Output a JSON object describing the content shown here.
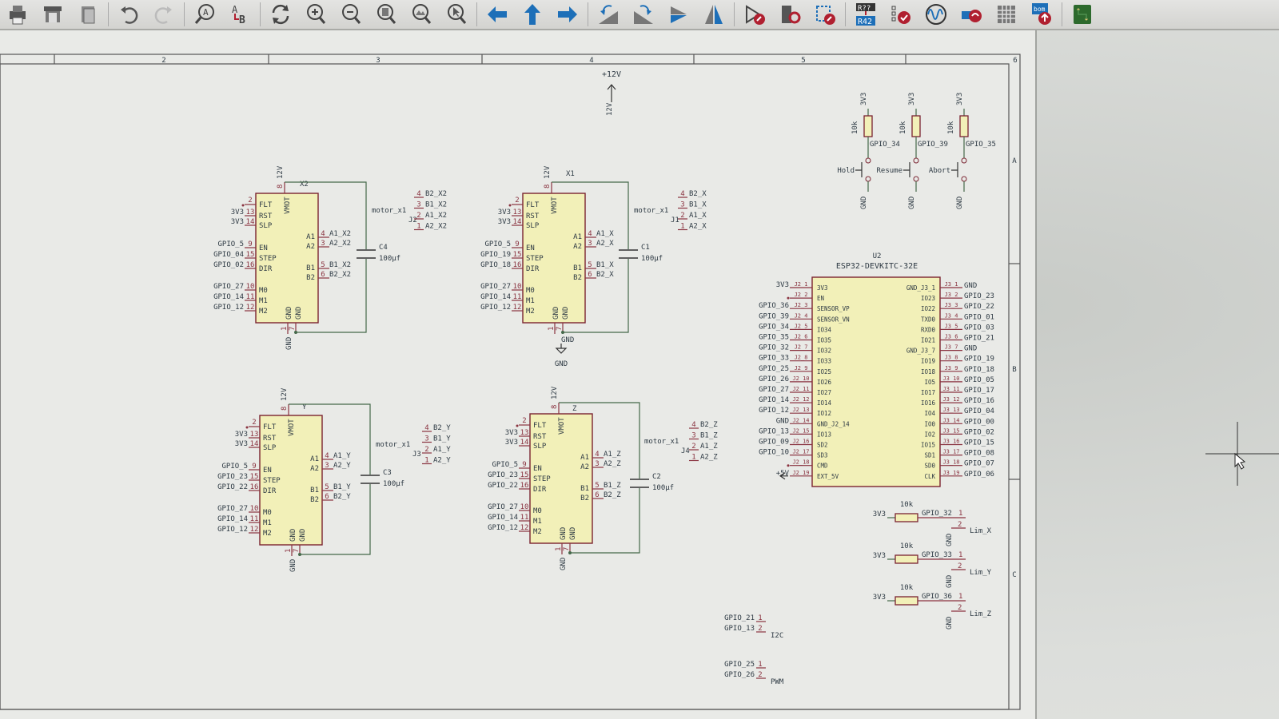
{
  "toolbar": {
    "items": [
      {
        "name": "print-icon"
      },
      {
        "name": "plot-icon"
      },
      {
        "name": "paste-icon"
      },
      {
        "name": "undo-icon"
      },
      {
        "name": "redo-icon"
      },
      {
        "name": "find-icon"
      },
      {
        "name": "find-replace-icon"
      },
      {
        "name": "refresh-icon"
      },
      {
        "name": "zoom-in-icon"
      },
      {
        "name": "zoom-out-icon"
      },
      {
        "name": "zoom-fit-page-icon"
      },
      {
        "name": "zoom-fit-objects-icon"
      },
      {
        "name": "zoom-selection-icon"
      },
      {
        "name": "navigate-back-icon"
      },
      {
        "name": "navigate-up-icon"
      },
      {
        "name": "navigate-forward-icon"
      },
      {
        "name": "rotate-ccw-icon"
      },
      {
        "name": "rotate-cw-icon"
      },
      {
        "name": "mirror-h-icon"
      },
      {
        "name": "mirror-v-icon"
      },
      {
        "name": "symbol-editor-icon"
      },
      {
        "name": "symbol-browser-icon"
      },
      {
        "name": "footprint-assign-icon"
      },
      {
        "name": "annotate-icon",
        "labels": [
          "R??",
          "R42"
        ]
      },
      {
        "name": "erc-icon"
      },
      {
        "name": "simulator-icon"
      },
      {
        "name": "assign-footprints-icon"
      },
      {
        "name": "bom-table-icon"
      },
      {
        "name": "bom-export-icon",
        "label": "bom"
      },
      {
        "name": "pcb-editor-icon"
      }
    ]
  },
  "sheet": {
    "columns": [
      "2",
      "3",
      "4",
      "5",
      "6"
    ],
    "rows": [
      "A",
      "B",
      "C"
    ]
  },
  "power": {
    "label": "+12V",
    "net": "12V"
  },
  "drivers": [
    {
      "id": "X2",
      "vmot_pin": "8",
      "vmot_net": "12V",
      "fault_pin": "2",
      "left": [
        {
          "net": "3V3",
          "pin": "13",
          "name": "RST"
        },
        {
          "net": "3V3",
          "pin": "14",
          "name": "SLP"
        },
        {
          "net": "GPIO_5",
          "pin": "9",
          "name": "EN"
        },
        {
          "net": "GPIO_04",
          "pin": "15",
          "name": "STEP"
        },
        {
          "net": "GPIO_02",
          "pin": "16",
          "name": "DIR"
        },
        {
          "net": "GPIO_27",
          "pin": "10",
          "name": "M0"
        },
        {
          "net": "GPIO_14",
          "pin": "11",
          "name": "M1"
        },
        {
          "net": "GPIO_12",
          "pin": "12",
          "name": "M2"
        }
      ],
      "right": [
        {
          "pin": "4",
          "name": "A1",
          "net": "A1_X2"
        },
        {
          "pin": "3",
          "name": "A2",
          "net": "A2_X2"
        },
        {
          "pin": "5",
          "name": "B1",
          "net": "B1_X2"
        },
        {
          "pin": "6",
          "name": "B2",
          "net": "B2_X2"
        }
      ],
      "cap": {
        "ref": "C4",
        "value": "100µf"
      },
      "conn": {
        "ref": "J2",
        "value": "motor_x1",
        "pins": [
          "4 B2_X2",
          "3 B1_X2",
          "2 A1_X2",
          "1 A2_X2"
        ]
      },
      "gnd": "GND"
    },
    {
      "id": "X1",
      "vmot_pin": "8",
      "vmot_net": "12V",
      "fault_pin": "2",
      "left": [
        {
          "net": "3V3",
          "pin": "13",
          "name": "RST"
        },
        {
          "net": "3V3",
          "pin": "14",
          "name": "SLP"
        },
        {
          "net": "GPIO_5",
          "pin": "9",
          "name": "EN"
        },
        {
          "net": "GPIO_19",
          "pin": "15",
          "name": "STEP"
        },
        {
          "net": "GPIO_18",
          "pin": "16",
          "name": "DIR"
        },
        {
          "net": "GPIO_27",
          "pin": "10",
          "name": "M0"
        },
        {
          "net": "GPIO_14",
          "pin": "11",
          "name": "M1"
        },
        {
          "net": "GPIO_12",
          "pin": "12",
          "name": "M2"
        }
      ],
      "right": [
        {
          "pin": "4",
          "name": "A1",
          "net": "A1_X"
        },
        {
          "pin": "3",
          "name": "A2",
          "net": "A2_X"
        },
        {
          "pin": "5",
          "name": "B1",
          "net": "B1_X"
        },
        {
          "pin": "6",
          "name": "B2",
          "net": "B2_X"
        }
      ],
      "cap": {
        "ref": "C1",
        "value": "100µf"
      },
      "conn": {
        "ref": "J1",
        "value": "motor_x1",
        "pins": [
          "4 B2_X",
          "3 B1_X",
          "2 A1_X",
          "1 A2_X"
        ]
      },
      "gnd": "GND"
    },
    {
      "id": "Y",
      "vmot_pin": "8",
      "vmot_net": "12V",
      "fault_pin": "2",
      "left": [
        {
          "net": "3V3",
          "pin": "13",
          "name": "RST"
        },
        {
          "net": "3V3",
          "pin": "14",
          "name": "SLP"
        },
        {
          "net": "GPIO_5",
          "pin": "9",
          "name": "EN"
        },
        {
          "net": "GPIO_23",
          "pin": "15",
          "name": "STEP"
        },
        {
          "net": "GPIO_22",
          "pin": "16",
          "name": "DIR"
        },
        {
          "net": "GPIO_27",
          "pin": "10",
          "name": "M0"
        },
        {
          "net": "GPIO_14",
          "pin": "11",
          "name": "M1"
        },
        {
          "net": "GPIO_12",
          "pin": "12",
          "name": "M2"
        }
      ],
      "right": [
        {
          "pin": "4",
          "name": "A1",
          "net": "A1_Y"
        },
        {
          "pin": "3",
          "name": "A2",
          "net": "A2_Y"
        },
        {
          "pin": "5",
          "name": "B1",
          "net": "B1_Y"
        },
        {
          "pin": "6",
          "name": "B2",
          "net": "B2_Y"
        }
      ],
      "cap": {
        "ref": "C3",
        "value": "100µf"
      },
      "conn": {
        "ref": "J3",
        "value": "motor_x1",
        "pins": [
          "4 B2_Y",
          "3 B1_Y",
          "2 A1_Y",
          "1 A2_Y"
        ]
      },
      "gnd": "GND"
    },
    {
      "id": "Z",
      "vmot_pin": "8",
      "vmot_net": "12V",
      "fault_pin": "2",
      "left": [
        {
          "net": "3V3",
          "pin": "13",
          "name": "RST"
        },
        {
          "net": "3V3",
          "pin": "14",
          "name": "SLP"
        },
        {
          "net": "GPIO_5",
          "pin": "9",
          "name": "EN"
        },
        {
          "net": "GPIO_23",
          "pin": "15",
          "name": "STEP"
        },
        {
          "net": "GPIO_22",
          "pin": "16",
          "name": "DIR"
        },
        {
          "net": "GPIO_27",
          "pin": "10",
          "name": "M0"
        },
        {
          "net": "GPIO_14",
          "pin": "11",
          "name": "M1"
        },
        {
          "net": "GPIO_12",
          "pin": "12",
          "name": "M2"
        }
      ],
      "right": [
        {
          "pin": "4",
          "name": "A1",
          "net": "A1_Z"
        },
        {
          "pin": "3",
          "name": "A2",
          "net": "A2_Z"
        },
        {
          "pin": "5",
          "name": "B1",
          "net": "B1_Z"
        },
        {
          "pin": "6",
          "name": "B2",
          "net": "B2_Z"
        }
      ],
      "cap": {
        "ref": "C2",
        "value": "100µf"
      },
      "conn": {
        "ref": "J4",
        "value": "motor_x1",
        "pins": [
          "4 B2_Z",
          "3 B1_Z",
          "2 A1_Z",
          "1 A2_Z"
        ]
      },
      "gnd": "GND"
    }
  ],
  "driver_pin_names": {
    "fault": "FLT",
    "vmot": "VMOT",
    "gnd": "GND",
    "gnd_pins": [
      "1",
      "7"
    ]
  },
  "mcu": {
    "ref": "U2",
    "value": "ESP32-DEVKITC-32E",
    "left": [
      {
        "net": "3V3",
        "pin": "J2_1",
        "name": "3V3"
      },
      {
        "net": "",
        "pin": "J2_2",
        "name": "EN"
      },
      {
        "net": "GPIO_36",
        "pin": "J2_3",
        "name": "SENSOR_VP"
      },
      {
        "net": "GPIO_39",
        "pin": "J2_4",
        "name": "SENSOR_VN"
      },
      {
        "net": "GPIO_34",
        "pin": "J2_5",
        "name": "IO34"
      },
      {
        "net": "GPIO_35",
        "pin": "J2_6",
        "name": "IO35"
      },
      {
        "net": "GPIO_32",
        "pin": "J2_7",
        "name": "IO32"
      },
      {
        "net": "GPIO_33",
        "pin": "J2_8",
        "name": "IO33"
      },
      {
        "net": "GPIO_25",
        "pin": "J2_9",
        "name": "IO25"
      },
      {
        "net": "GPIO_26",
        "pin": "J2_10",
        "name": "IO26"
      },
      {
        "net": "GPIO_27",
        "pin": "J2_11",
        "name": "IO27"
      },
      {
        "net": "GPIO_14",
        "pin": "J2_12",
        "name": "IO14"
      },
      {
        "net": "GPIO_12",
        "pin": "J2_13",
        "name": "IO12"
      },
      {
        "net": "GND",
        "pin": "J2_14",
        "name": "GND_J2_14"
      },
      {
        "net": "GPIO_13",
        "pin": "J2_15",
        "name": "IO13"
      },
      {
        "net": "GPIO_09",
        "pin": "J2_16",
        "name": "SD2"
      },
      {
        "net": "GPIO_10",
        "pin": "J2_17",
        "name": "SD3"
      },
      {
        "net": "",
        "pin": "J2_18",
        "name": "CMD"
      },
      {
        "net": "+5V",
        "pin": "J2_19",
        "name": "EXT_5V"
      }
    ],
    "right": [
      {
        "net": "GND",
        "pin": "J3_1",
        "name": "GND_J3_1"
      },
      {
        "net": "GPIO_23",
        "pin": "J3_2",
        "name": "IO23"
      },
      {
        "net": "GPIO_22",
        "pin": "J3_3",
        "name": "IO22"
      },
      {
        "net": "GPIO_01",
        "pin": "J3_4",
        "name": "TXD0"
      },
      {
        "net": "GPIO_03",
        "pin": "J3_5",
        "name": "RXD0"
      },
      {
        "net": "GPIO_21",
        "pin": "J3_6",
        "name": "IO21"
      },
      {
        "net": "GND",
        "pin": "J3_7",
        "name": "GND_J3_7"
      },
      {
        "net": "GPIO_19",
        "pin": "J3_8",
        "name": "IO19"
      },
      {
        "net": "GPIO_18",
        "pin": "J3_9",
        "name": "IO18"
      },
      {
        "net": "GPIO_05",
        "pin": "J3_10",
        "name": "IO5"
      },
      {
        "net": "GPIO_17",
        "pin": "J3_11",
        "name": "IO17"
      },
      {
        "net": "GPIO_16",
        "pin": "J3_12",
        "name": "IO16"
      },
      {
        "net": "GPIO_04",
        "pin": "J3_13",
        "name": "IO4"
      },
      {
        "net": "GPIO_00",
        "pin": "J3_14",
        "name": "IO0"
      },
      {
        "net": "GPIO_02",
        "pin": "J3_15",
        "name": "IO2"
      },
      {
        "net": "GPIO_15",
        "pin": "J3_16",
        "name": "IO15"
      },
      {
        "net": "GPIO_08",
        "pin": "J3_17",
        "name": "SD1"
      },
      {
        "net": "GPIO_07",
        "pin": "J3_18",
        "name": "SD0"
      },
      {
        "net": "GPIO_06",
        "pin": "J3_19",
        "name": "CLK"
      }
    ]
  },
  "buttons": [
    {
      "label": "Hold",
      "net": "GPIO_34",
      "res": "10k",
      "pwr": "3V3",
      "gnd": "GND"
    },
    {
      "label": "Resume",
      "net": "GPIO_39",
      "res": "10k",
      "pwr": "3V3",
      "gnd": "GND"
    },
    {
      "label": "Abort",
      "net": "GPIO_35",
      "res": "10k",
      "pwr": "3V3",
      "gnd": "GND"
    }
  ],
  "limits": [
    {
      "label": "Lim_X",
      "net": "GPIO_32",
      "res": "10k",
      "pwr": "3V3",
      "gnd": "GND",
      "pins": [
        "1",
        "2"
      ]
    },
    {
      "label": "Lim_Y",
      "net": "GPIO_33",
      "res": "10k",
      "pwr": "3V3",
      "gnd": "GND",
      "pins": [
        "1",
        "2"
      ]
    },
    {
      "label": "Lim_Z",
      "net": "GPIO_36",
      "res": "10k",
      "pwr": "3V3",
      "gnd": "GND",
      "pins": [
        "1",
        "2"
      ]
    }
  ],
  "headers": [
    {
      "label": "I2C",
      "pins": [
        {
          "net": "GPIO_21",
          "pin": "1"
        },
        {
          "net": "GPIO_13",
          "pin": "2"
        }
      ]
    },
    {
      "label": "PWM",
      "pins": [
        {
          "net": "GPIO_25",
          "pin": "1"
        },
        {
          "net": "GPIO_26",
          "pin": "2"
        }
      ]
    }
  ]
}
